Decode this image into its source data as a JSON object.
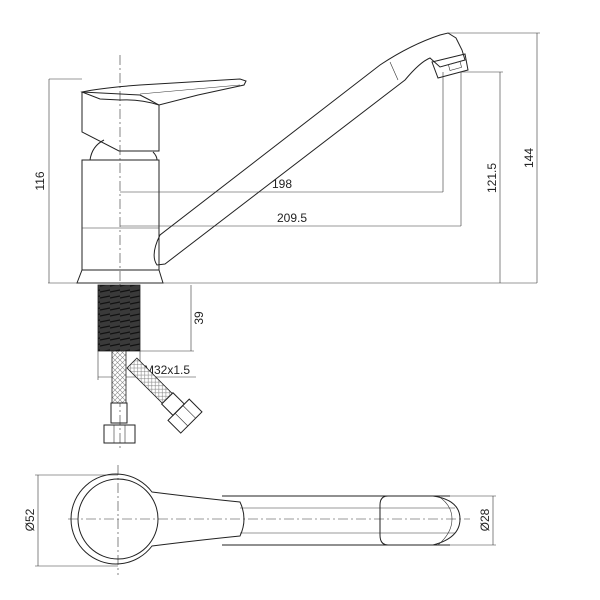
{
  "drawing": {
    "side_view": {
      "dimensions": {
        "total_height_handle": "116",
        "reach_to_outlet": "198",
        "total_reach": "209.5",
        "outlet_height": "121.5",
        "total_height": "144",
        "thread_length": "39",
        "thread_size": "M32x1.5"
      }
    },
    "top_view": {
      "dimensions": {
        "base_diameter": "Ø52",
        "spout_diameter": "Ø28"
      }
    },
    "colors": {
      "line": "#222222",
      "thread_fill": "#3a3a3a",
      "background": "#ffffff"
    }
  }
}
